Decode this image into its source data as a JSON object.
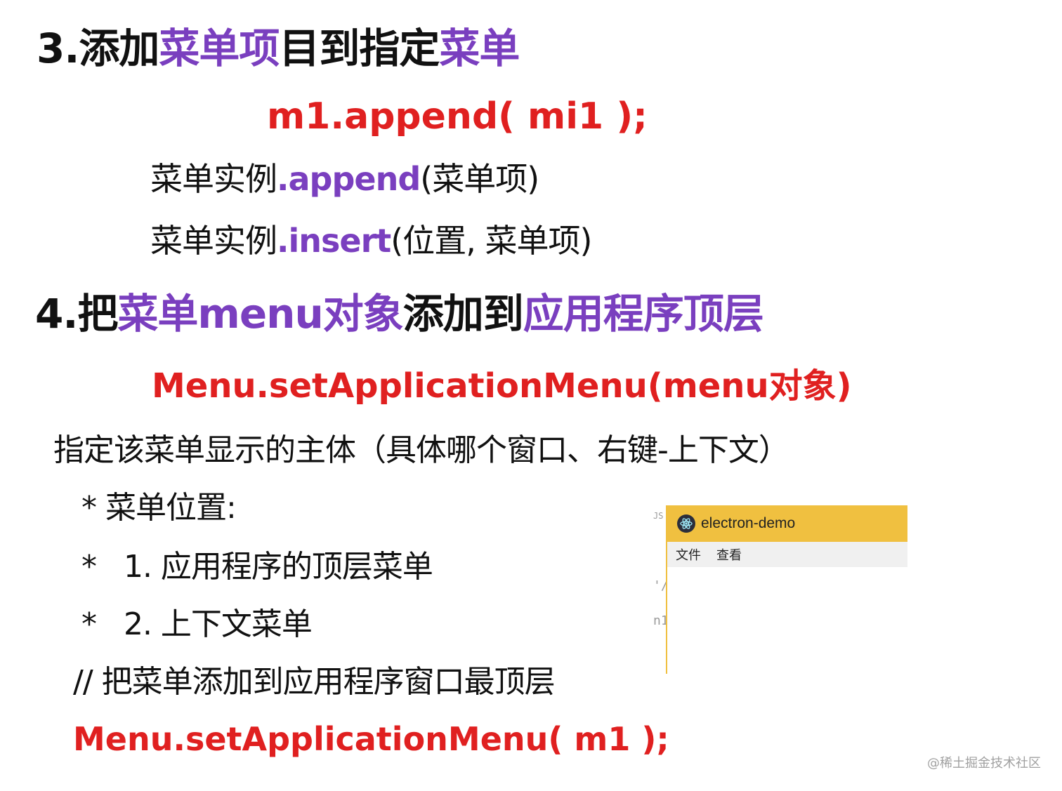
{
  "section3": {
    "prefix": "3.添加",
    "menu_item": "菜单项",
    "mid": "目到指定",
    "menu": "菜单"
  },
  "append_code": "m1.append( mi1 );",
  "append_line": {
    "subject": "菜单实例",
    "method": ".append",
    "args": "(菜单项)"
  },
  "insert_line": {
    "subject": "菜单实例",
    "method": ".insert",
    "args": "(位置, 菜单项)"
  },
  "section4": {
    "prefix": "4.把",
    "menu_obj": "菜单menu对象",
    "mid": "添加到",
    "target": "应用程序顶层"
  },
  "set_app_menu_code": "Menu.setApplicationMenu(menu对象)",
  "subject_note": "指定该菜单显示的主体（具体哪个窗口、右键-上下文）",
  "comments": [
    "* 菜单位置:",
    "*   1. 应用程序的顶层菜单",
    "*   2. 上下文菜单"
  ],
  "final_comment": "// 把菜单添加到应用程序窗口最顶层",
  "final_code": "Menu.setApplicationMenu( m1 );",
  "inset": {
    "window_title": "electron-demo",
    "menu_items": [
      "文件",
      "查看"
    ],
    "icon": "electron-icon",
    "left_code_fragments": [
      "JS",
      "'/",
      "n1"
    ]
  },
  "watermark": "@稀土掘金技术社区",
  "colors": {
    "red": "#e02020",
    "purple": "#7a3fbf",
    "titlebar": "#f0c040"
  }
}
